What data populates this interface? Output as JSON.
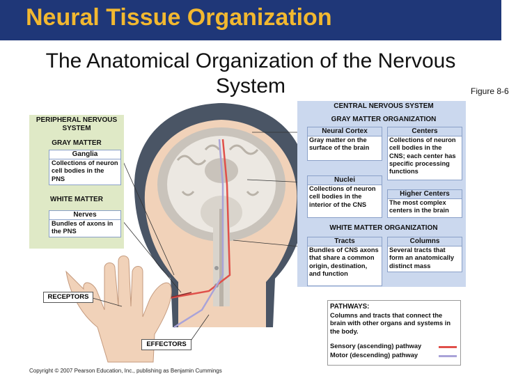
{
  "slide": {
    "title": "Neural Tissue Organization",
    "subtitle": "The Anatomical Organization of the Nervous System",
    "figure_ref": "Figure 8-6",
    "copyright": "Copyright © 2007 Pearson Education, Inc., publishing as Benjamin Cummings"
  },
  "pns": {
    "header": "PERIPHERAL NERVOUS SYSTEM",
    "gray_matter": "GRAY MATTER",
    "ganglia_title": "Ganglia",
    "ganglia_text": "Collections of neuron cell bodies in the PNS",
    "white_matter": "WHITE MATTER",
    "nerves_title": "Nerves",
    "nerves_text": "Bundles of axons in the PNS"
  },
  "cns": {
    "header": "CENTRAL NERVOUS SYSTEM",
    "gray_matter_org": "GRAY MATTER ORGANIZATION",
    "neural_cortex_title": "Neural Cortex",
    "neural_cortex_text": "Gray matter on the surface of the brain",
    "centers_title": "Centers",
    "centers_text": "Collections of neuron cell bodies in the CNS; each center has specific processing functions",
    "nuclei_title": "Nuclei",
    "nuclei_text": "Collections of neuron cell bodies in the interior of the CNS",
    "higher_centers_title": "Higher Centers",
    "higher_centers_text": "The most complex centers in the brain",
    "white_matter_org": "WHITE MATTER ORGANIZATION",
    "tracts_title": "Tracts",
    "tracts_text": "Bundles of CNS axons that share a common origin, destination, and function",
    "columns_title": "Columns",
    "columns_text": "Several tracts that form an anatomically distinct mass"
  },
  "receptors_label": "RECEPTORS",
  "effectors_label": "EFFECTORS",
  "pathways": {
    "header": "PATHWAYS:",
    "text": "Columns and tracts that connect the brain with other organs and systems in the body.",
    "sensory": "Sensory (ascending) pathway",
    "motor": "Motor (descending) pathway",
    "sensory_color": "#e0504a",
    "motor_color": "#a9a3d8"
  },
  "colors": {
    "title_bar": "#1f3778",
    "title_text": "#f2b830",
    "panel_blue": "#cbd8ee",
    "panel_green": "#dfe9c6"
  }
}
